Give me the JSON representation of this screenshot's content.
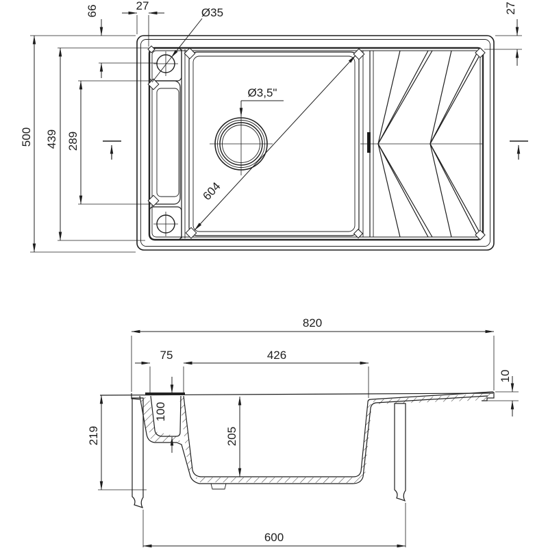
{
  "drawing_title": "sink-technical-drawing",
  "colors": {
    "line": "#1d1d1d",
    "background": "#ffffff",
    "overflow_mark": "#1d1d1d"
  },
  "plan": {
    "rim_width_top": "27",
    "hole_center_offset": "66",
    "hole_diameter": "Ø35",
    "rim_width_right": "27",
    "overall_depth": "500",
    "inner_depth": "439",
    "ledge_slot_length": "289",
    "bowl_diagonal": "604",
    "drain_diameter": "Ø3,5\""
  },
  "section": {
    "overall_width": "820",
    "ledge_width": "75",
    "bowl_width": "426",
    "edge_thickness": "10",
    "ledge_depth": "100",
    "overall_height": "219",
    "bowl_depth": "205",
    "cabinet_min_width": "600"
  }
}
